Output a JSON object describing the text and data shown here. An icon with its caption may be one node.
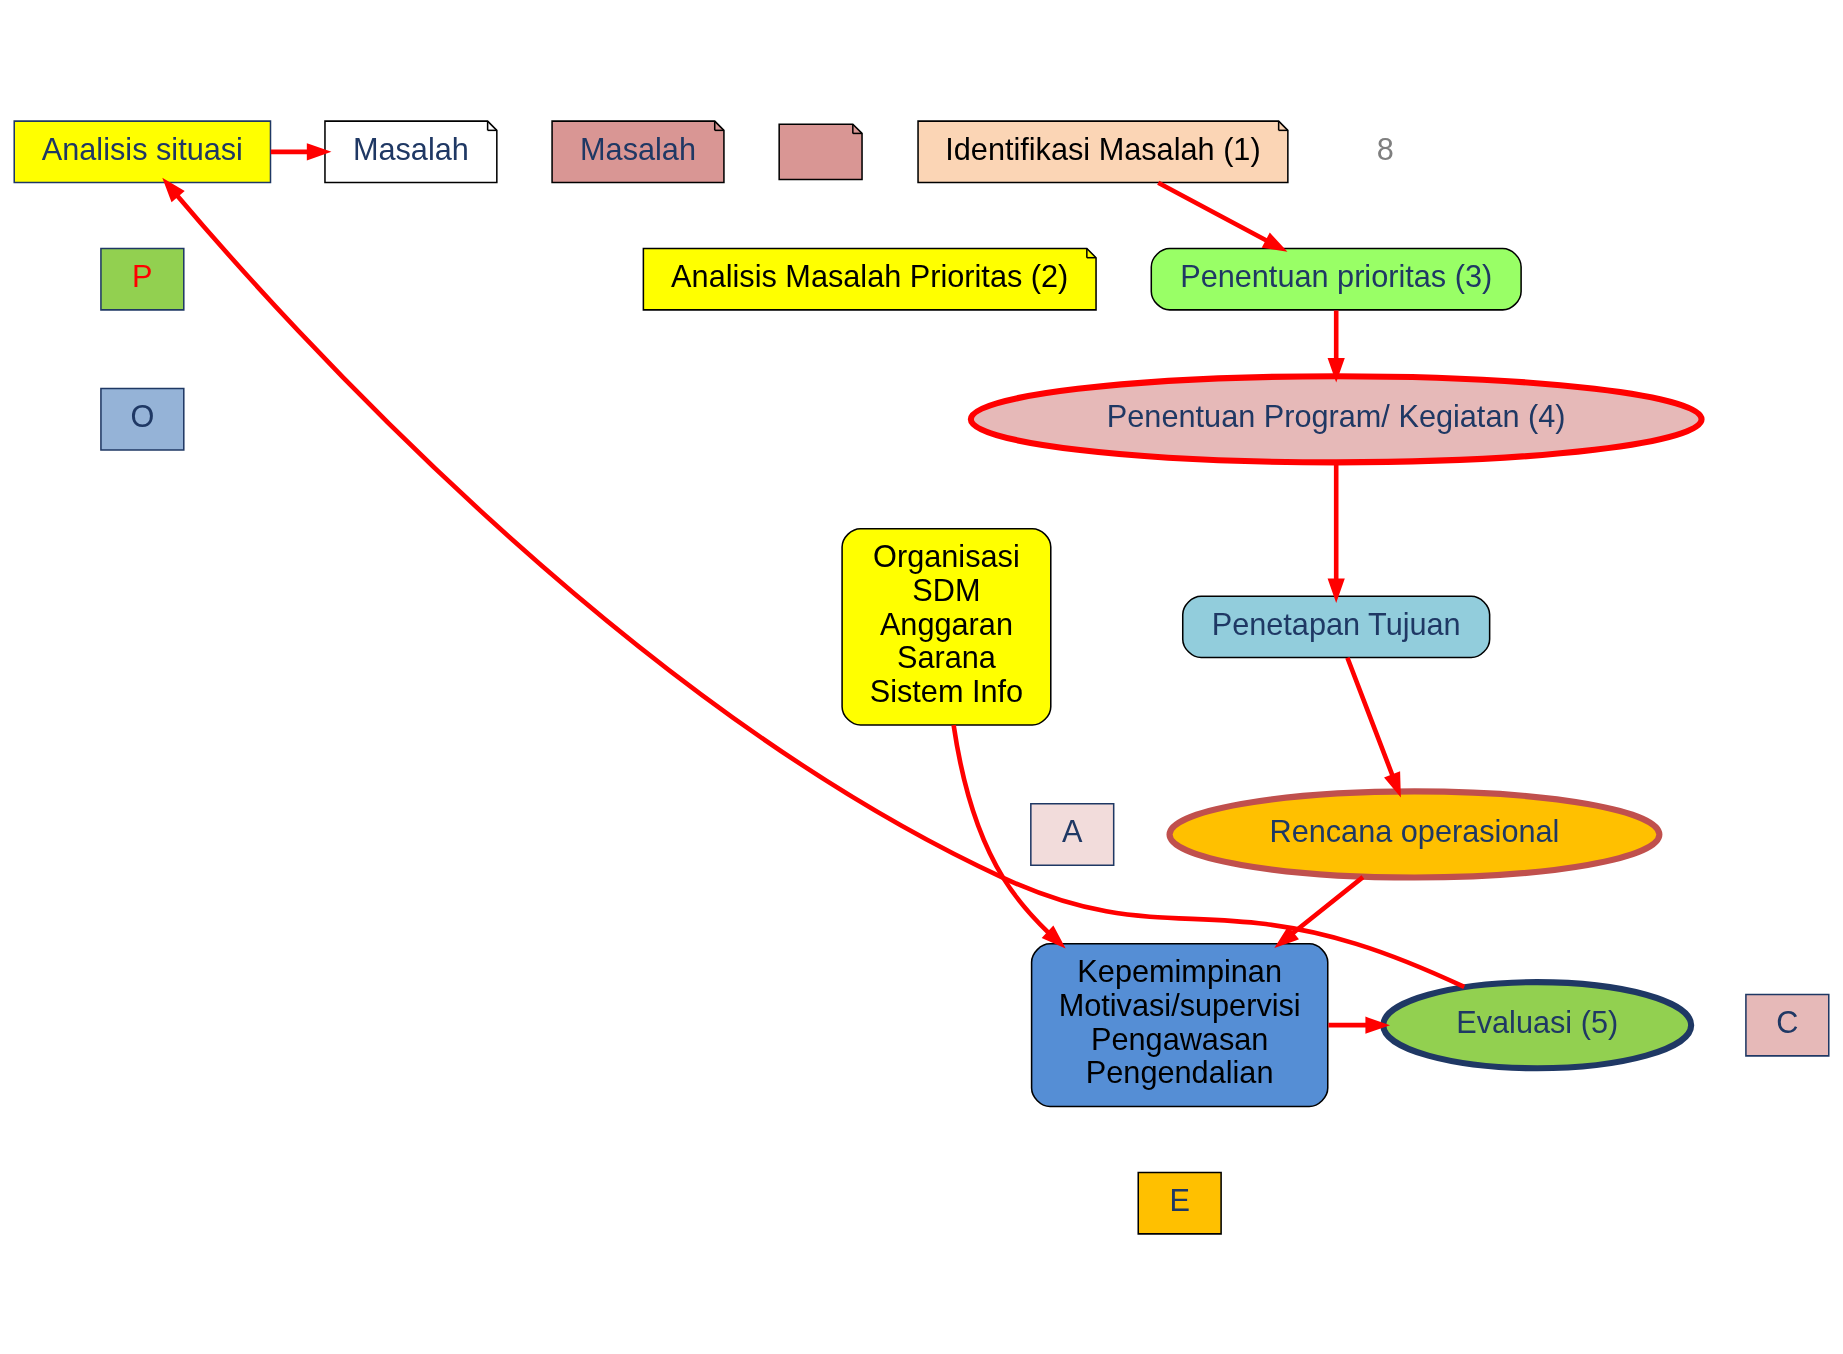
{
  "diagram": {
    "nodes": [
      {
        "text": [
          "Analisis situasi"
        ]
      },
      {
        "text": [
          "Masalah"
        ]
      },
      {
        "text": [
          "Masalah"
        ]
      },
      {
        "text": [],
        "shape": "box"
      },
      {
        "text": [
          "Identifikasi Masalah (1)"
        ]
      },
      {
        "text": [
          "Analisis Masalah Prioritas (2)"
        ]
      },
      {
        "text": [
          "P"
        ]
      },
      {
        "text": [
          "Penentuan prioritas (3)"
        ]
      },
      {
        "text": [
          "O"
        ]
      },
      {
        "text": [
          "Penentuan Program/ Kegiatan (4)"
        ]
      },
      {
        "text": [
          "Organisasi",
          "SDM",
          "Anggaran",
          "Sarana",
          "Sistem Info"
        ]
      },
      {
        "text": [
          "Penetapan Tujuan"
        ]
      },
      {
        "text": [
          "A"
        ]
      },
      {
        "text": [
          "Rencana operasional"
        ]
      },
      {
        "text": [
          "Kepemimpinan",
          "Motivasi/supervisi",
          "Pengawasan",
          "Pengendalian"
        ]
      },
      {
        "text": [
          "Evaluasi (5)"
        ]
      },
      {
        "text": [
          "C"
        ]
      },
      {
        "text": [
          "E"
        ]
      }
    ],
    "edges": [
      {
        "from": 0,
        "to": 1,
        "arrow": "to"
      },
      {
        "from": 4,
        "to": 7,
        "arrow": "to"
      },
      {
        "from": 7,
        "to": 9,
        "arrow": "to"
      },
      {
        "from": 9,
        "to": 11,
        "arrow": "to"
      },
      {
        "from": 11,
        "to": 13,
        "arrow": "to"
      },
      {
        "from": 10,
        "to": 14,
        "arrow": "to"
      },
      {
        "from": 13,
        "to": 14,
        "arrow": "to"
      },
      {
        "from": 14,
        "to": 15,
        "arrow": "to"
      },
      {
        "from": 15,
        "to": 0,
        "arrow": "to"
      }
    ],
    "labels": [
      "8"
    ]
  }
}
